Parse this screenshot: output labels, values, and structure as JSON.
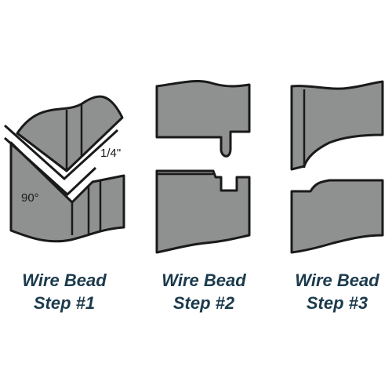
{
  "annotations": {
    "angle": "90°",
    "gap": "1/4\""
  },
  "steps": [
    {
      "line1": "Wire Bead",
      "line2": "Step #1"
    },
    {
      "line1": "Wire Bead",
      "line2": "Step #2"
    },
    {
      "line1": "Wire Bead",
      "line2": "Step #3"
    }
  ]
}
